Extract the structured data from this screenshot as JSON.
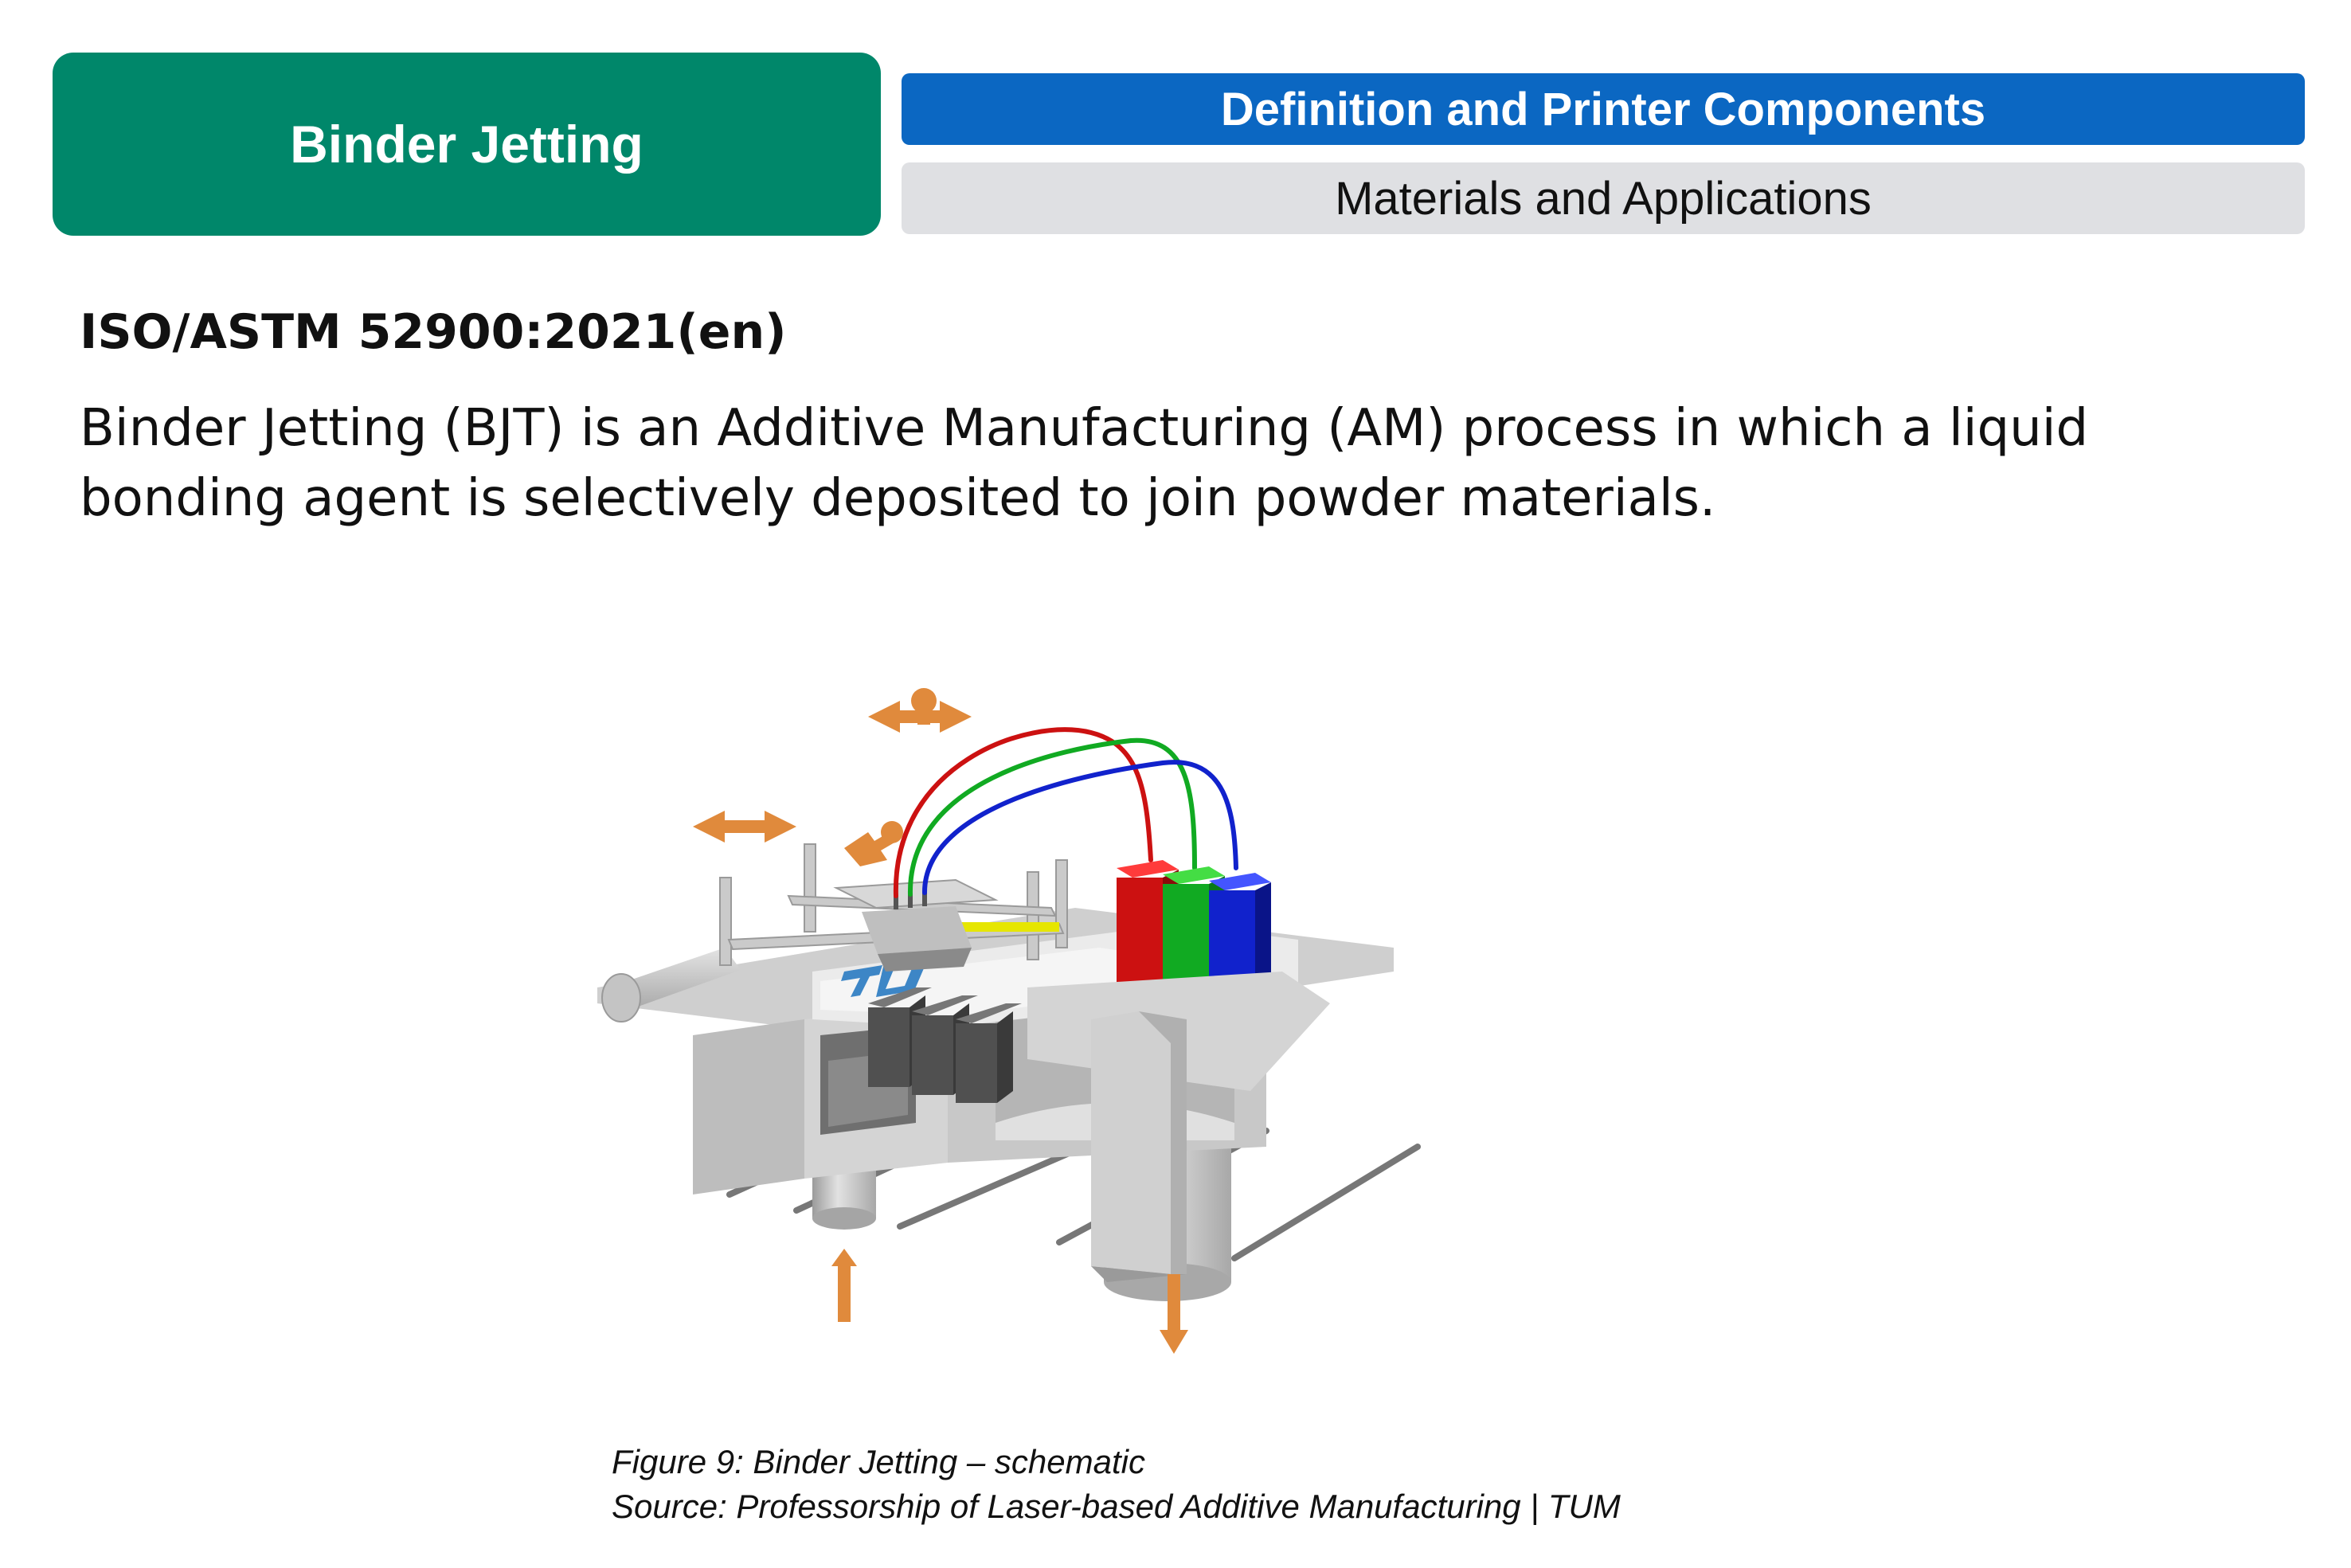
{
  "header": {
    "title": "Binder Jetting",
    "tabs": [
      {
        "label": "Definition and Printer Components",
        "active": true
      },
      {
        "label": "Materials and Applications",
        "active": false
      }
    ]
  },
  "main": {
    "standard_heading": "ISO/ASTM 52900:2021(en)",
    "definition": "Binder Jetting (BJT) is an Additive Manufacturing (AM) process in which a liquid bonding agent is selectively deposited to join powder materials.",
    "figure": {
      "caption_line1": "Figure 9: Binder Jetting – schematic",
      "caption_line2": "Source: Professorship of Laser-based Additive Manufacturing | TUM",
      "logo_text": "TUM"
    }
  },
  "colors": {
    "title_bg": "#00876a",
    "active_tab_bg": "#0b67c2",
    "inactive_tab_bg": "#dfe0e3",
    "arrow": "#e08a3c",
    "tank_red": "#cc1111",
    "tank_green": "#11aa22",
    "tank_blue": "#1122cc"
  }
}
